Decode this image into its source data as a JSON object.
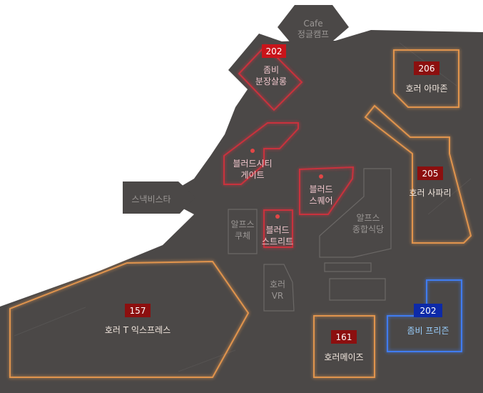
{
  "colors": {
    "ground": "#4b4847",
    "orange_outline": "#e0944e",
    "red_outline": "#c9313c",
    "blue_outline": "#3f7cf0",
    "badge_red": "#8c0f0f",
    "badge_blue": "#0d2aa8",
    "dim_outline": "#6b6866"
  },
  "zones": {
    "cafe": {
      "line1": "Cafe",
      "line2": "정글캠프"
    },
    "zombie_makeup": {
      "number": "202",
      "line1": "좀비",
      "line2": "분장살롱"
    },
    "horror_amazon": {
      "number": "206",
      "label": "호러 아마존"
    },
    "horror_safari": {
      "number": "205",
      "label": "호러 사파리"
    },
    "bloody_city_gate": {
      "line1": "블러드시티",
      "line2": "게이트"
    },
    "bloody_square": {
      "line1": "블러드",
      "line2": "스퀘어"
    },
    "bloody_street": {
      "line1": "블러드",
      "line2": "스트리트"
    },
    "snack_vista": {
      "label": "스낵비스타"
    },
    "alps_curche": {
      "line1": "알프스",
      "line2": "쿠체"
    },
    "alps_food": {
      "line1": "알프스",
      "line2": "종합식당"
    },
    "horror_vr": {
      "line1": "호러",
      "line2": "VR"
    },
    "t_express": {
      "number": "157",
      "label": "호러 T 익스프레스"
    },
    "horror_maze": {
      "number": "161",
      "label": "호러메이즈"
    },
    "zombie_prison": {
      "number": "202",
      "label": "좀비 프리즌"
    }
  }
}
